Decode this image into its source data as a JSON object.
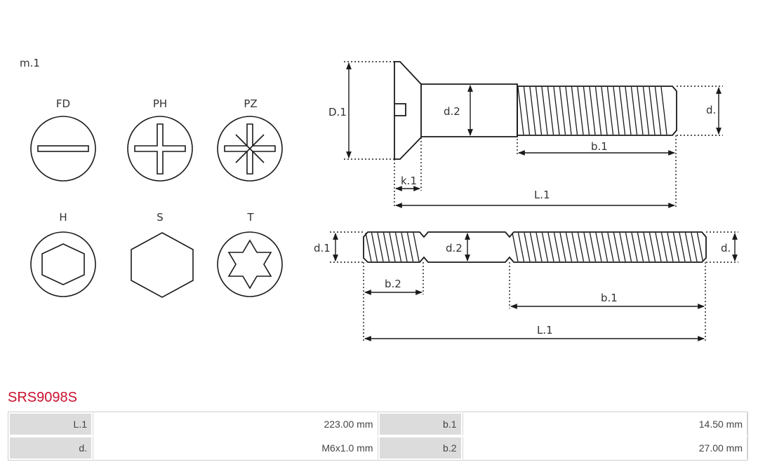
{
  "diagram": {
    "model_label": "m.1",
    "heads": [
      {
        "code": "FD",
        "icon": "slotted-drive-icon"
      },
      {
        "code": "PH",
        "icon": "phillips-drive-icon"
      },
      {
        "code": "PZ",
        "icon": "pozidriv-drive-icon"
      },
      {
        "code": "H",
        "icon": "hex-socket-drive-icon"
      },
      {
        "code": "S",
        "icon": "hex-head-icon"
      },
      {
        "code": "T",
        "icon": "torx-drive-icon"
      }
    ],
    "screw_labels": {
      "D1": "D.1",
      "d2": "d.2",
      "d": "d.",
      "b1": "b.1",
      "k1": "k.1",
      "L1": "L.1"
    },
    "stud_labels": {
      "d1": "d.1",
      "d2": "d.2",
      "d": "d.",
      "b2": "b.2",
      "b1": "b.1",
      "L1": "L.1"
    }
  },
  "product": {
    "code": "SRS9098S"
  },
  "specs": {
    "rows": [
      {
        "k1": "L.1",
        "v1": "223.00 mm",
        "k2": "b.1",
        "v2": "14.50 mm"
      },
      {
        "k1": "d.",
        "v1": "M6x1.0 mm",
        "k2": "b.2",
        "v2": "27.00 mm"
      }
    ]
  },
  "colors": {
    "accent": "#c8102e",
    "line": "#1a1a1a",
    "header_cell": "#dcdcdc"
  }
}
